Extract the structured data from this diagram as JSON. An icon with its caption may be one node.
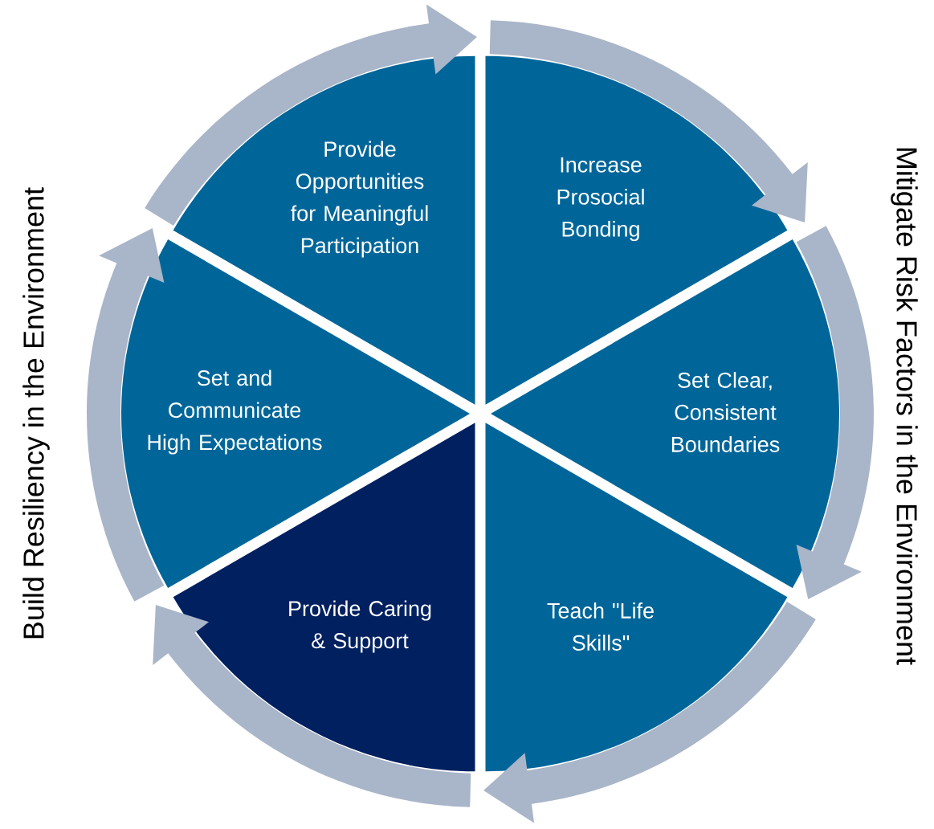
{
  "diagram": {
    "nodes": [
      {
        "text": [
          "Provide Opportunities for Meaningful Participation"
        ]
      },
      {
        "text": [
          "Increase Prosocial Bonding"
        ]
      },
      {
        "text": [
          "Set and Communicate High Expectations"
        ]
      },
      {
        "text": [
          "Set Clear, Consistent Boundaries"
        ]
      },
      {
        "text": [
          "Provide Caring & Support"
        ]
      },
      {
        "text": [
          "Teach \"Life Skills\""
        ]
      }
    ],
    "edges": [
      {
        "from": 0,
        "to": 1,
        "arrow": "to"
      },
      {
        "from": 1,
        "to": 3,
        "arrow": "to"
      },
      {
        "from": 3,
        "to": 5,
        "arrow": "to"
      },
      {
        "from": 5,
        "to": 4,
        "arrow": "to"
      },
      {
        "from": 4,
        "to": 2,
        "arrow": "to"
      },
      {
        "from": 2,
        "to": 0,
        "arrow": "to"
      }
    ],
    "labels": [
      "Mitigate Risk Factors in the Environment",
      "Build Resiliency in the Environment"
    ]
  }
}
